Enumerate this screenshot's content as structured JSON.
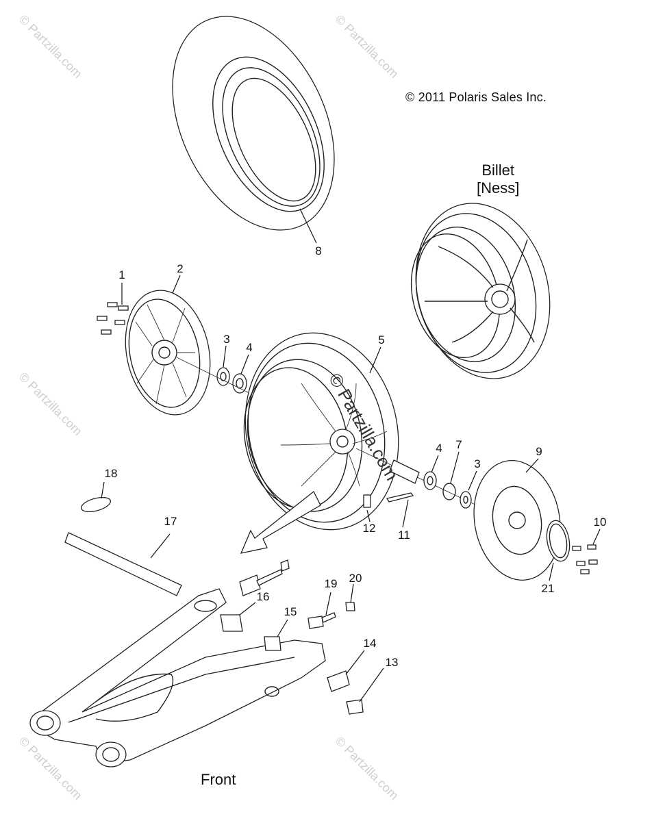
{
  "copyright": "© 2011 Polaris Sales Inc.",
  "variant_label_line1": "Billet",
  "variant_label_line2": "[Ness]",
  "direction_label": "Front",
  "watermark": "© Partzilla.com",
  "callouts": [
    "1",
    "2",
    "3",
    "4",
    "5",
    "8",
    "4",
    "7",
    "3",
    "9",
    "10",
    "11",
    "12",
    "17",
    "18",
    "16",
    "19",
    "20",
    "15",
    "14",
    "13",
    "21"
  ],
  "colors": {
    "line": "#222222",
    "watermark": "#cfcfcf",
    "background": "#ffffff"
  }
}
